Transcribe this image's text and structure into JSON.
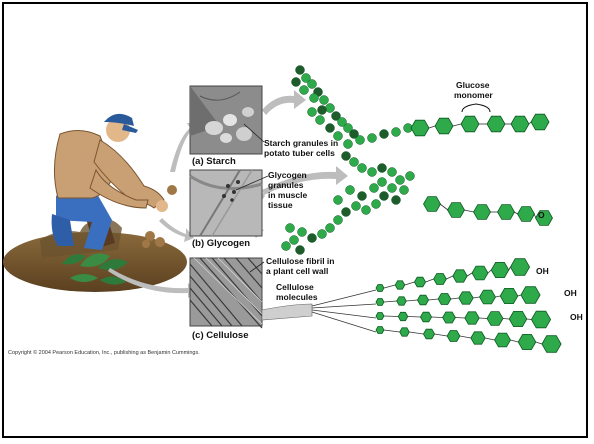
{
  "panels": {
    "starch": {
      "letter": "(a)",
      "name": "Starch",
      "label_lines": [
        "Starch granules in",
        "potato tuber cells"
      ]
    },
    "glycogen": {
      "letter": "(b)",
      "name": "Glycogen",
      "label_lines": [
        "Glycogen",
        "granules",
        "in muscle",
        "tissue"
      ]
    },
    "cellulose": {
      "letter": "(c)",
      "name": "Cellulose",
      "label_lines": [
        "Cellulose fibril in",
        "a plant cell wall"
      ]
    }
  },
  "glucose_label": [
    "Glucose",
    "monomer"
  ],
  "cellulose_molecules_label": [
    "Cellulose",
    "molecules"
  ],
  "oh_labels": [
    "OH",
    "OH",
    "OH"
  ],
  "o_label": "O",
  "copyright": "Copyright © 2004 Pearson Education, Inc., publishing as Benjamin Cummings.",
  "colors": {
    "hexagon": "#2eaa4a",
    "hexagon_stroke": "#0d5a23",
    "dark_green": "#1e5c2c",
    "arrow": "#bdbdbd"
  }
}
